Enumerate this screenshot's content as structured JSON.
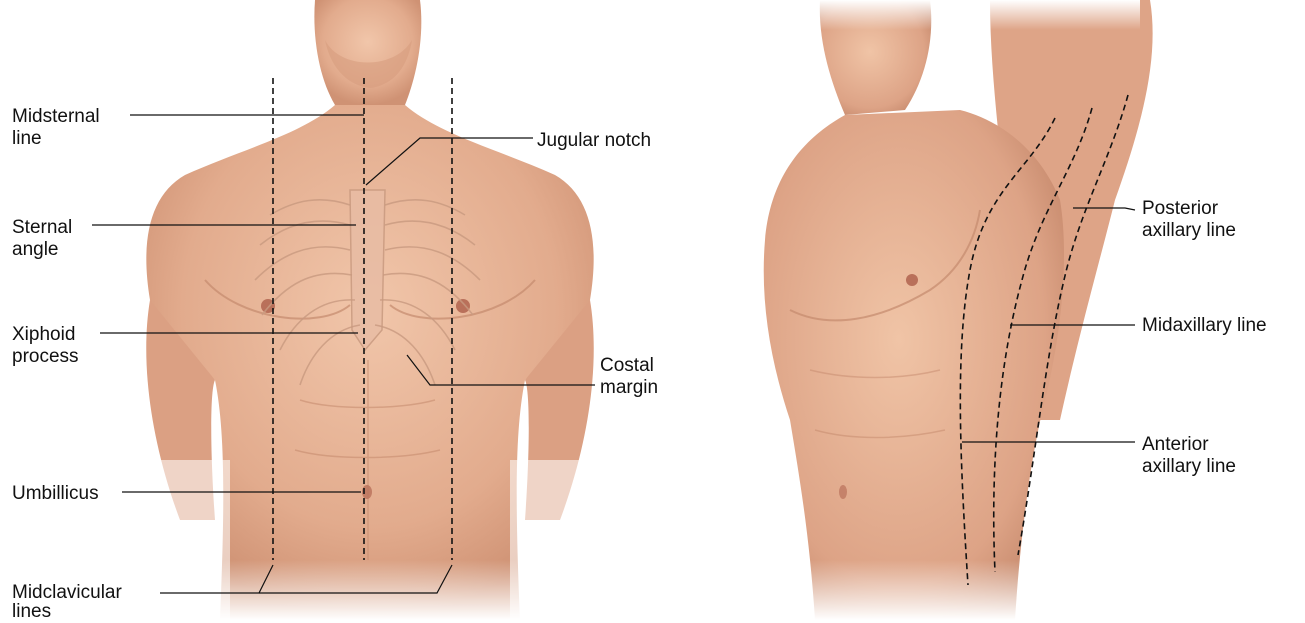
{
  "labels": {
    "midsternal": [
      "Midsternal",
      "line"
    ],
    "jugular": [
      "Jugular notch"
    ],
    "sternal_angle": [
      "Sternal",
      "angle"
    ],
    "xiphoid": [
      "Xiphoid",
      "process"
    ],
    "costal": [
      "Costal",
      "margin"
    ],
    "umbilicus": [
      "Umbillicus"
    ],
    "midclavicular": [
      "Midclavicular",
      "lines"
    ],
    "posterior_axillary": [
      "Posterior",
      "axillary line"
    ],
    "midaxillary": [
      "Midaxillary line"
    ],
    "anterior_axillary": [
      "Anterior",
      "axillary line"
    ]
  },
  "colors": {
    "skin": "#e9b89b",
    "skin_shadow": "#c98c6f",
    "rib": "#c99a80",
    "line": "#111111"
  }
}
